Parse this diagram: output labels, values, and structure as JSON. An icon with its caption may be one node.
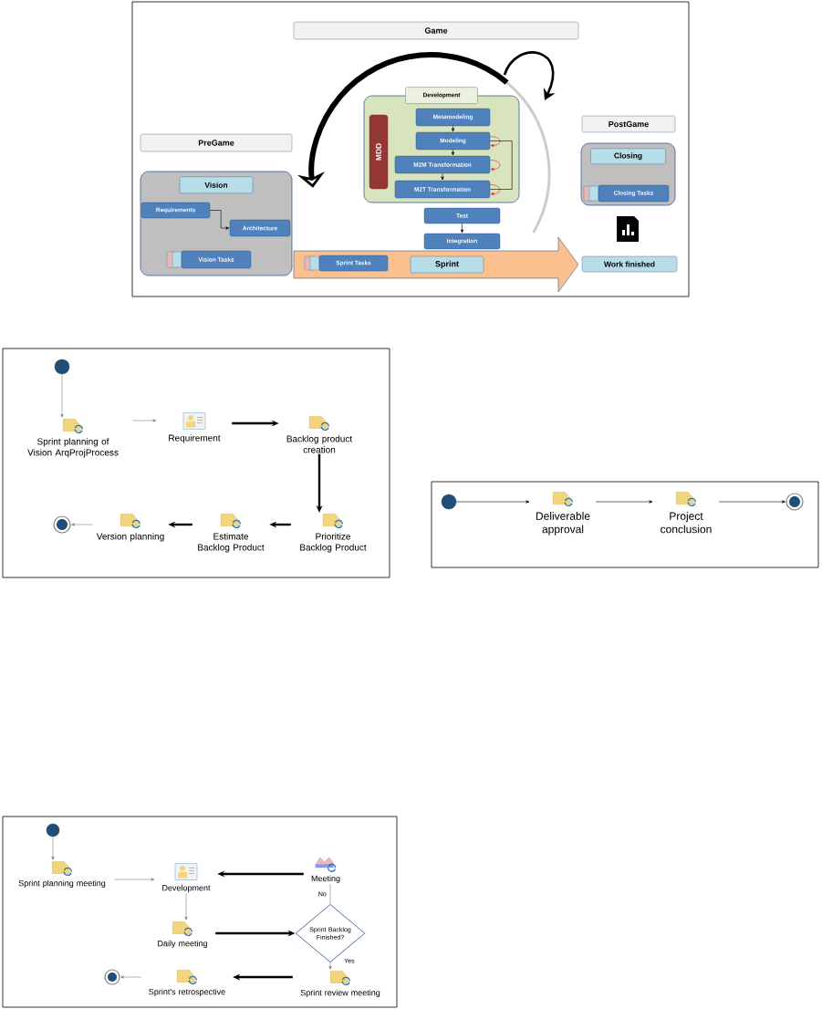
{
  "diagram": {
    "nodes": [
      {
        "text": [
          "Game"
        ]
      },
      {
        "text": [
          "PreGame"
        ]
      },
      {
        "text": [
          "Vision"
        ]
      },
      {
        "text": [
          "Requirements"
        ],
        "in": 2
      },
      {
        "text": [
          "Architecture"
        ],
        "in": 2
      },
      {
        "text": [
          "Vision Tasks"
        ],
        "in": 2
      },
      {
        "text": [
          "Development"
        ]
      },
      {
        "text": [
          "MDD"
        ],
        "in": 6
      },
      {
        "text": [
          "Metamodeling"
        ],
        "in": 6
      },
      {
        "text": [
          "Modeling"
        ],
        "in": 6
      },
      {
        "text": [
          "M2M Transformation"
        ],
        "in": 6
      },
      {
        "text": [
          "M2T Transformation"
        ],
        "in": 6
      },
      {
        "text": [
          "Test"
        ]
      },
      {
        "text": [
          "Integration"
        ]
      },
      {
        "text": [
          "Sprint"
        ]
      },
      {
        "text": [
          "Sprint Tasks"
        ],
        "in": 14
      },
      {
        "text": [
          "PostGame"
        ]
      },
      {
        "text": [
          "Closing"
        ]
      },
      {
        "text": [
          "Closing Tasks"
        ],
        "in": 17
      },
      {
        "text": [
          "Work finished"
        ]
      },
      {
        "text": [],
        "shape": "circle"
      },
      {
        "text": [
          "Sprint planning of Vision ArqProjProcess"
        ]
      },
      {
        "text": [
          "Requirement"
        ]
      },
      {
        "text": [
          "Backlog product creation"
        ]
      },
      {
        "text": [
          "Prioritize Backlog Product"
        ]
      },
      {
        "text": [
          "Estimate Backlog Product"
        ]
      },
      {
        "text": [
          "Version planning"
        ]
      },
      {
        "text": [],
        "shape": "circle"
      },
      {
        "text": [],
        "shape": "circle"
      },
      {
        "text": [
          "Deliverable approval"
        ]
      },
      {
        "text": [
          "Project conclusion"
        ]
      },
      {
        "text": [],
        "shape": "circle"
      },
      {
        "text": [],
        "shape": "circle"
      },
      {
        "text": [
          "Sprint planning meeting"
        ]
      },
      {
        "text": [
          "Development"
        ]
      },
      {
        "text": [
          "Meeting"
        ]
      },
      {
        "text": [
          "Daily meeting"
        ]
      },
      {
        "text": [
          "Sprint Backlog Finished?"
        ]
      },
      {
        "text": [
          "Sprint review meeting"
        ]
      },
      {
        "text": [
          "Sprint's retrospective"
        ]
      },
      {
        "text": [],
        "shape": "circle"
      }
    ],
    "edges": [
      {
        "from": 3,
        "to": 4,
        "arrow": "to"
      },
      {
        "from": 8,
        "to": 9,
        "arrow": "to"
      },
      {
        "from": 9,
        "to": 10,
        "arrow": "to"
      },
      {
        "from": 10,
        "to": 11,
        "arrow": "to"
      },
      {
        "from": 9,
        "to": 9,
        "arrow": "to",
        "color": "#e02020"
      },
      {
        "from": 10,
        "to": 10,
        "arrow": "to",
        "color": "#e02020"
      },
      {
        "from": 11,
        "to": 11,
        "arrow": "to",
        "color": "#e02020"
      },
      {
        "from": 11,
        "to": 9,
        "arrow": "none"
      },
      {
        "from": 12,
        "to": 13,
        "arrow": "to"
      },
      {
        "from": 20,
        "to": 21,
        "arrow": "to",
        "color": "#7f7f7f"
      },
      {
        "from": 21,
        "to": 22,
        "arrow": "to",
        "color": "#7f7f7f"
      },
      {
        "from": 22,
        "to": 23,
        "arrow": "to",
        "style": "thick"
      },
      {
        "from": 23,
        "to": 24,
        "arrow": "to",
        "style": "thick"
      },
      {
        "from": 24,
        "to": 25,
        "arrow": "to",
        "style": "thick"
      },
      {
        "from": 25,
        "to": 26,
        "arrow": "to",
        "style": "thick"
      },
      {
        "from": 26,
        "to": 27,
        "arrow": "to",
        "color": "#7f7f7f"
      },
      {
        "from": 28,
        "to": 29,
        "arrow": "to"
      },
      {
        "from": 29,
        "to": 30,
        "arrow": "to"
      },
      {
        "from": 30,
        "to": 31,
        "arrow": "to"
      },
      {
        "from": 32,
        "to": 33,
        "arrow": "to",
        "color": "#7f7f7f"
      },
      {
        "from": 33,
        "to": 34,
        "arrow": "to",
        "color": "#7f7f7f"
      },
      {
        "from": 35,
        "to": 34,
        "arrow": "to",
        "style": "thick"
      },
      {
        "from": 34,
        "to": 36,
        "arrow": "to",
        "color": "#7f7f7f"
      },
      {
        "from": 36,
        "to": 37,
        "arrow": "to",
        "style": "thick"
      },
      {
        "from": 37,
        "to": 35,
        "arrow": "none",
        "label": "No",
        "color": "#7f7f7f"
      },
      {
        "from": 37,
        "to": 38,
        "arrow": "to",
        "label": "Yes",
        "color": "#7f7f7f"
      },
      {
        "from": 38,
        "to": 39,
        "arrow": "to",
        "style": "thick"
      },
      {
        "from": 39,
        "to": 40,
        "arrow": "to",
        "color": "#7f7f7f"
      }
    ]
  }
}
